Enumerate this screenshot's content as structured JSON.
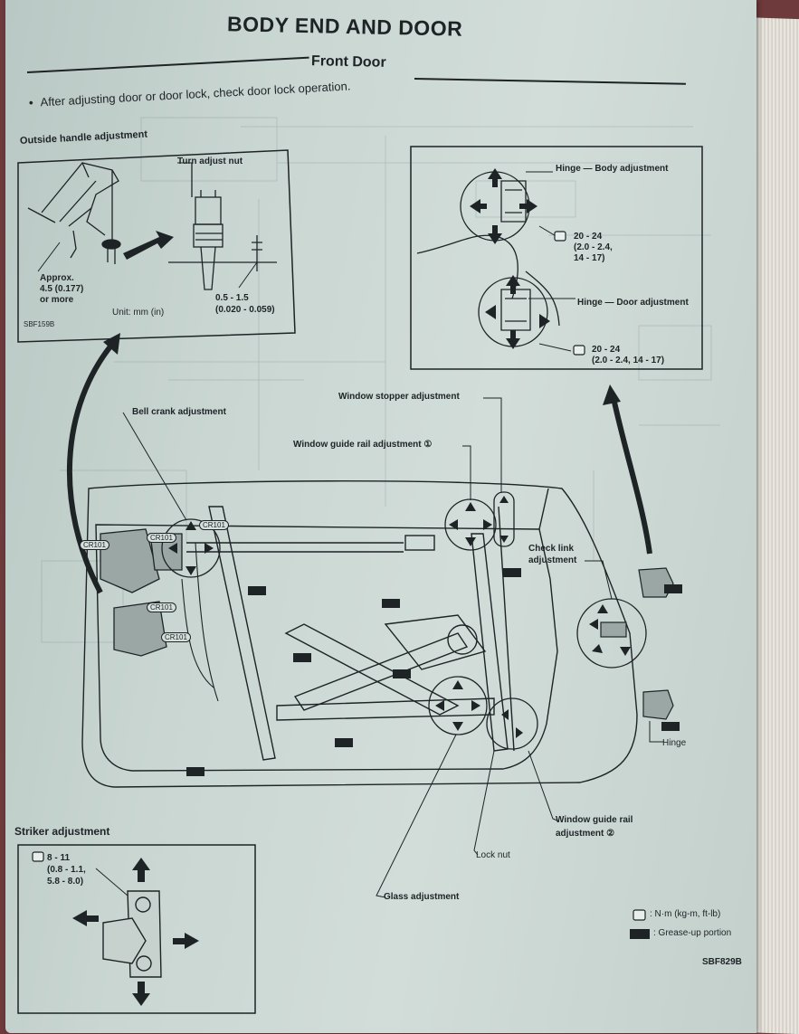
{
  "title": "BODY END AND DOOR",
  "section": "Front Door",
  "note": "After adjusting door or door lock, check door lock operation.",
  "outside_handle": {
    "heading": "Outside handle adjustment",
    "turn_adjust_nut": "Turn adjust nut",
    "approx_line1": "Approx.",
    "approx_line2": "4.5 (0.177)",
    "approx_line3": "or more",
    "unit": "Unit:  mm (in)",
    "range_mm": "0.5 - 1.5",
    "range_in": "(0.020 - 0.059)",
    "code": "SBF159B"
  },
  "hinge_box": {
    "body_adjustment": "Hinge — Body adjustment",
    "door_adjustment": "Hinge — Door adjustment",
    "torque1_line1": "20 - 24",
    "torque1_line2": "(2.0 - 2.4,",
    "torque1_line3": "14 - 17)",
    "torque2_line1": "20 - 24",
    "torque2_line2": "(2.0 - 2.4, 14 - 17)"
  },
  "labels": {
    "window_stopper": "Window stopper adjustment",
    "bell_crank": "Bell crank adjustment",
    "guide_rail_1": "Window guide rail adjustment ①",
    "check_link_1": "Check link",
    "check_link_2": "adjustment",
    "hinge": "Hinge",
    "guide_rail_2_line1": "Window guide rail",
    "guide_rail_2_line2": "adjustment ②",
    "lock_nut": "Lock nut",
    "glass": "Glass adjustment"
  },
  "connectors": [
    "CR101",
    "CR101",
    "CR101",
    "CR101",
    "CR101"
  ],
  "striker": {
    "heading": "Striker adjustment",
    "torque_line1": "8 - 11",
    "torque_line2": "(0.8 - 1.1,",
    "torque_line3": "5.8 - 8.0)"
  },
  "legend": {
    "torque": ": N·m (kg-m, ft-lb)",
    "grease": ": Grease-up portion"
  },
  "figure_code": "SBF829B",
  "colors": {
    "paper": "#c9d6d2",
    "ink": "#1e2326",
    "background": "#6e3a3c"
  }
}
